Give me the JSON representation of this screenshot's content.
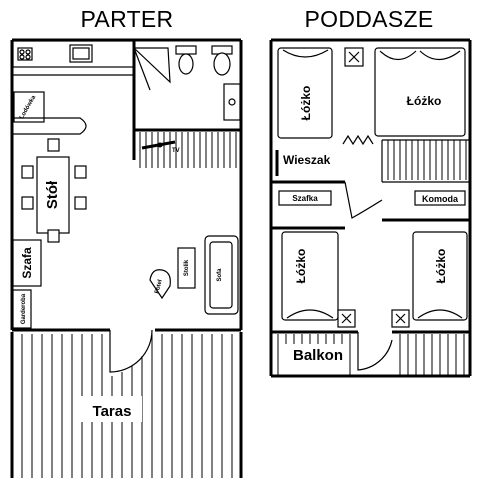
{
  "parter": {
    "heading": "PARTER",
    "labels": {
      "lodowka": "Lodówka",
      "stol": "Stół",
      "szafa": "Szafa",
      "garderoba": "Garderoba",
      "tv": "TV",
      "stolik": "Stolik",
      "sofa": "Sofa",
      "fotel": "Fotel",
      "taras": "Taras"
    }
  },
  "poddasze": {
    "heading": "PODDASZE",
    "labels": {
      "lozko_tl": "Łóżko",
      "lozko_tr": "Łóżko",
      "wieszak": "Wieszak",
      "szafka": "Szafka",
      "komoda": "Komoda",
      "lozko_bl": "Łóżko",
      "lozko_br": "Łóżko",
      "balkon": "Balkon"
    }
  }
}
